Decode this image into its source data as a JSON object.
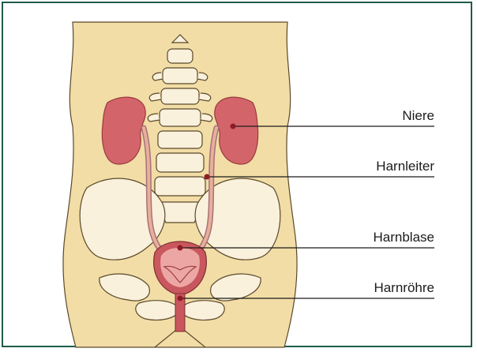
{
  "labels": {
    "niere": "Niere",
    "harnleiter": "Harnleiter",
    "harnblase": "Harnblase",
    "harnroehre": "Harnröhre"
  },
  "colors": {
    "frame": "#1f5b4a",
    "skin": "#f2dda6",
    "bone": "#faf1dc",
    "bone_outline": "#5a4a2c",
    "kidney": "#d3656a",
    "ureter": "#e6b09a",
    "bladder_wall": "#c9575e",
    "bladder_inner": "#eca7a5",
    "leader": "#1b1b1b",
    "dot": "#8e1b25"
  }
}
